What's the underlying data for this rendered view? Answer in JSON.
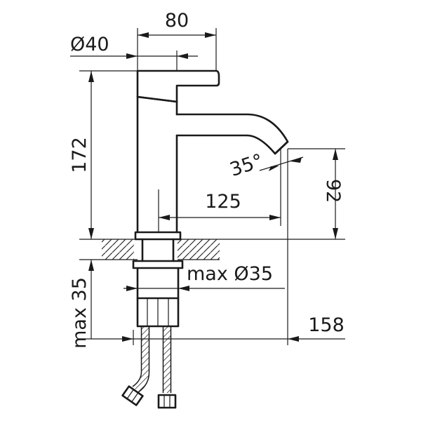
{
  "dimensions": {
    "width_top": "80",
    "diameter_handle": "Ø40",
    "height_total": "172",
    "spout_angle": "35°",
    "spout_reach": "125",
    "spout_height": "92",
    "max_diameter_hole": "max Ø35",
    "max_thickness": "max 35",
    "total_reach": "158"
  }
}
